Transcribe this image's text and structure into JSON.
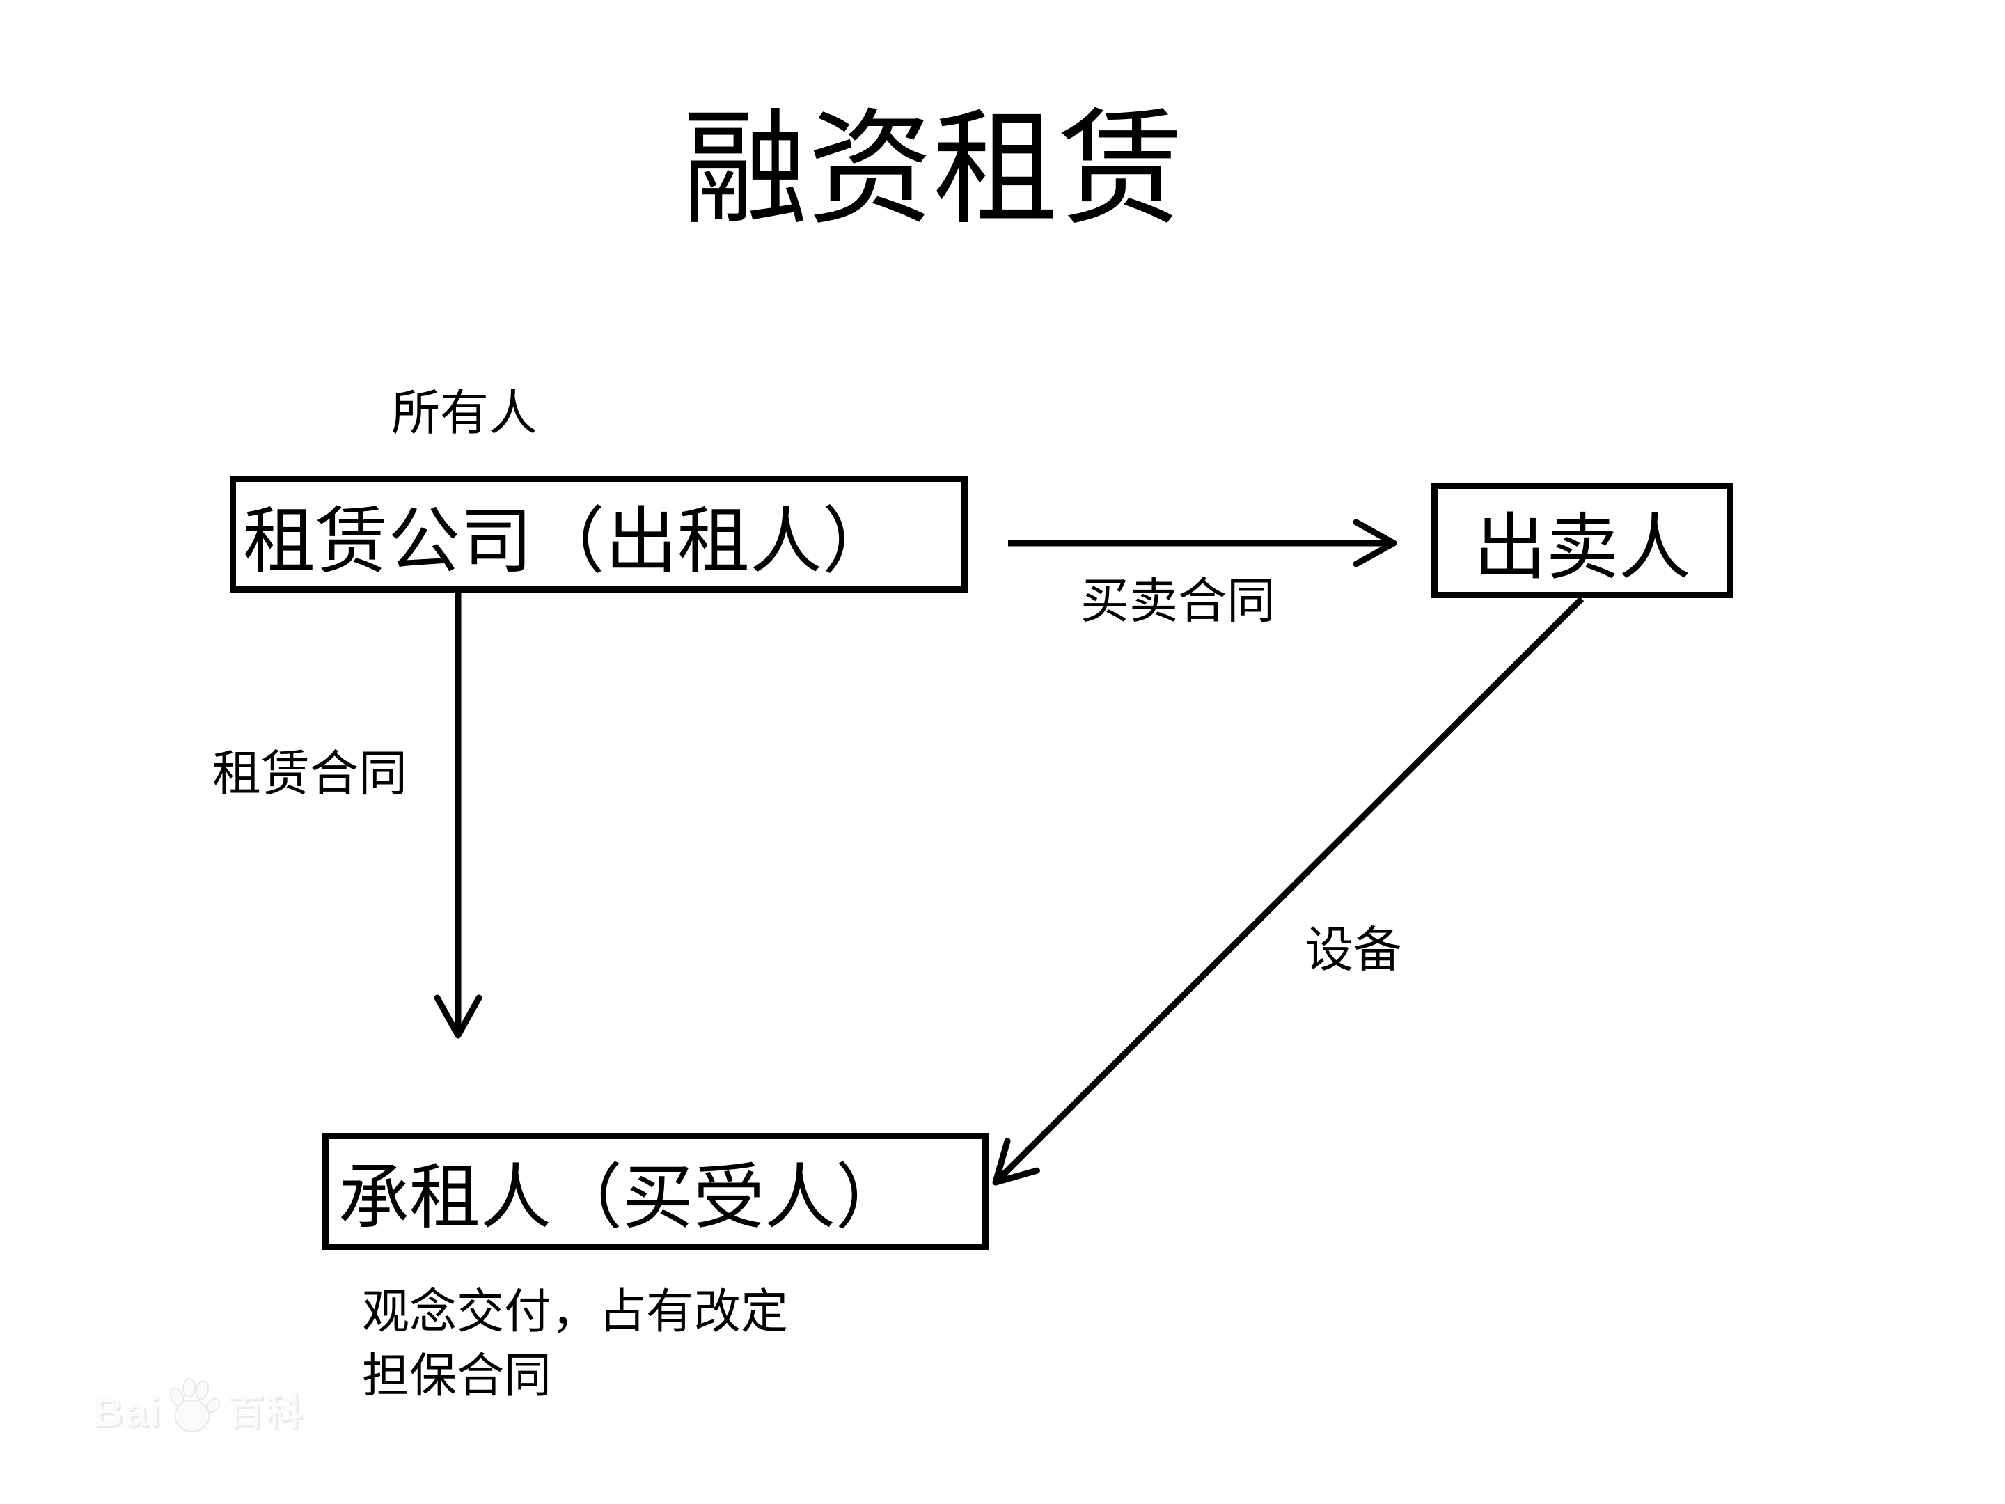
{
  "title": "融资租赁",
  "nodes": {
    "lessor": "租赁公司（出租人）",
    "seller": "出卖人",
    "lessee": "承租人（买受人）"
  },
  "labels": {
    "owner": "所有人",
    "sale_contract": "买卖合同",
    "lease_contract": "租赁合同",
    "equipment": "设备"
  },
  "notes": {
    "line1": "观念交付，占有改定",
    "line2": "担保合同"
  },
  "watermark": {
    "latin": "Bai",
    "paw_icon": "baidu-paw-icon",
    "cjk": "百科"
  },
  "colors": {
    "ink": "#000000",
    "background": "#ffffff",
    "watermark_fill": "#fbfbfb",
    "watermark_shadow": "#e9e9e9"
  }
}
